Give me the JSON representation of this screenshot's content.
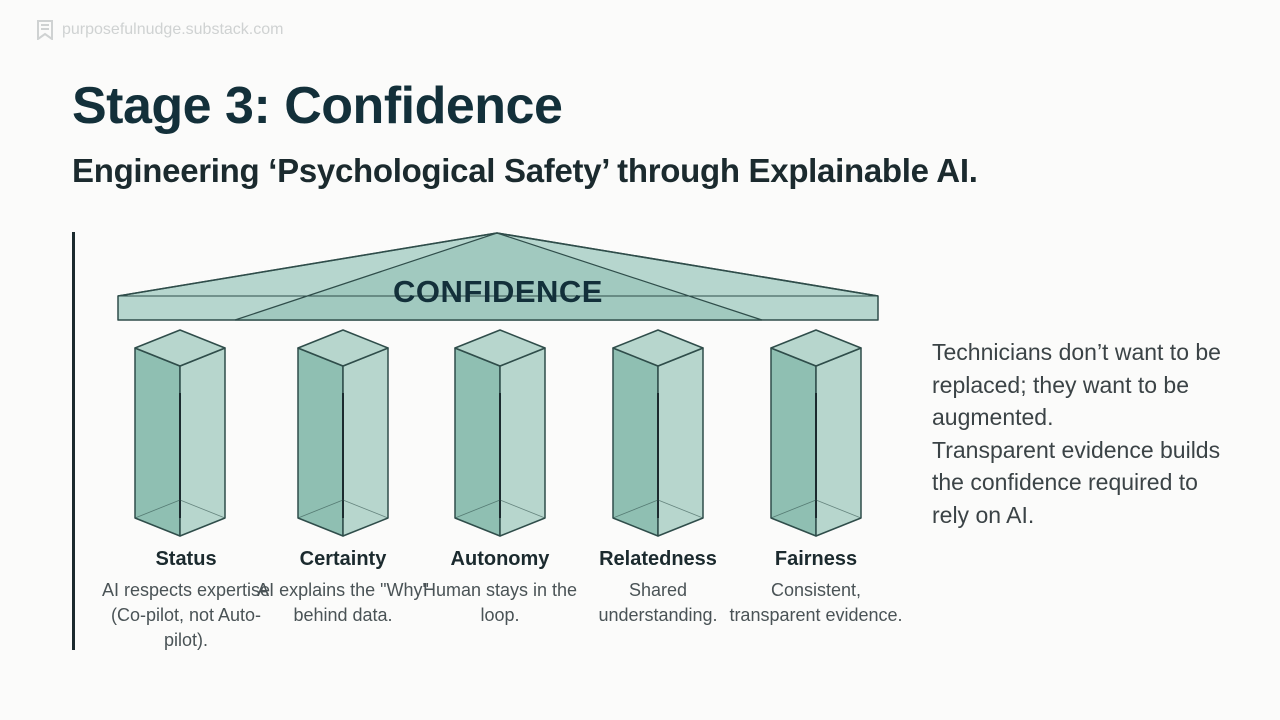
{
  "watermark": {
    "text": "purposefulnudge.substack.com",
    "icon": "bookmark-icon"
  },
  "slide": {
    "title": "Stage 3: Confidence",
    "subtitle": "Engineering ‘Psychological Safety’ through Explainable AI."
  },
  "diagram": {
    "roof_label": "CONFIDENCE",
    "colors": {
      "pillar_fill": "#8fbfb2",
      "pillar_light": "#b7d6cd",
      "outline": "#2f4d4a",
      "roof_fill": "#a9cfc5"
    },
    "pillars": [
      {
        "label": "Status",
        "description": "AI respects expertise (Co-pilot, not Auto-pilot)."
      },
      {
        "label": "Certainty",
        "description": "AI explains the \"Why\" behind data."
      },
      {
        "label": "Autonomy",
        "description": "Human stays in the loop."
      },
      {
        "label": "Relatedness",
        "description": "Shared understanding."
      },
      {
        "label": "Fairness",
        "description": "Consistent, transparent evidence."
      }
    ]
  },
  "side_note": {
    "paragraph_1": "Technicians don’t want to be replaced; they want to be augmented.",
    "paragraph_2": "Transparent evidence builds the confidence required to rely on AI."
  }
}
